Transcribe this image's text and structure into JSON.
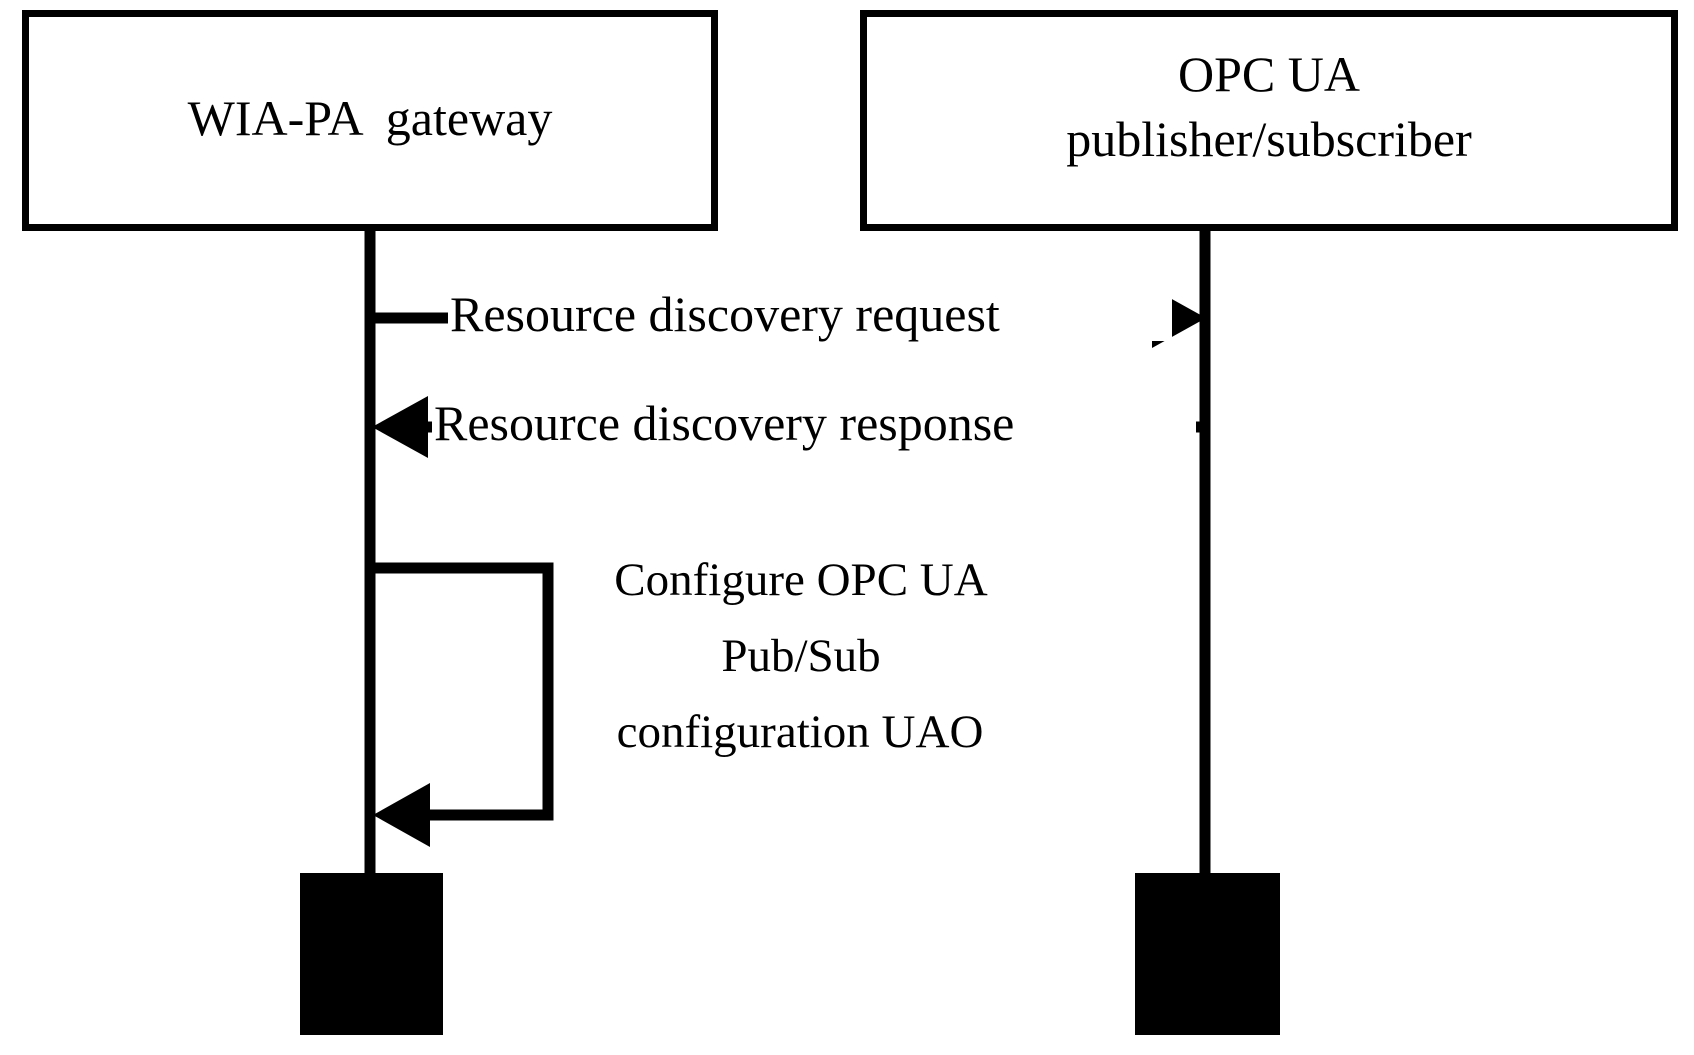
{
  "diagram": {
    "type": "sequence-diagram",
    "background_color": "#ffffff",
    "line_color": "#000000",
    "participants": [
      {
        "id": "wia-pa-gateway",
        "label": "WIA-PA  gateway",
        "lines": [
          "WIA-PA  gateway"
        ]
      },
      {
        "id": "opc-ua-pubsub",
        "label": "OPC UA publisher/subscriber",
        "lines": [
          "OPC UA",
          "publisher/subscriber"
        ]
      }
    ],
    "messages": [
      {
        "id": "resource-discovery-request",
        "label": "Resource discovery request",
        "from": "wia-pa-gateway",
        "to": "opc-ua-pubsub",
        "direction": "right",
        "kind": "arrow"
      },
      {
        "id": "resource-discovery-response",
        "label": "Resource discovery response",
        "from": "opc-ua-pubsub",
        "to": "wia-pa-gateway",
        "direction": "left",
        "kind": "arrow"
      },
      {
        "id": "configure-opc-ua-pubsub-configuration-uao",
        "label": "Configure OPC UA Pub/Sub configuration UAO",
        "lines": [
          "Configure OPC UA",
          "Pub/Sub",
          "configuration UAO"
        ],
        "from": "wia-pa-gateway",
        "to": "wia-pa-gateway",
        "direction": "self",
        "kind": "self-loop"
      }
    ],
    "terminators": [
      {
        "id": "terminator-wia-pa-gateway",
        "for": "wia-pa-gateway",
        "fill": "#000000"
      },
      {
        "id": "terminator-opc-ua-pubsub",
        "for": "opc-ua-pubsub",
        "fill": "#000000"
      }
    ]
  }
}
